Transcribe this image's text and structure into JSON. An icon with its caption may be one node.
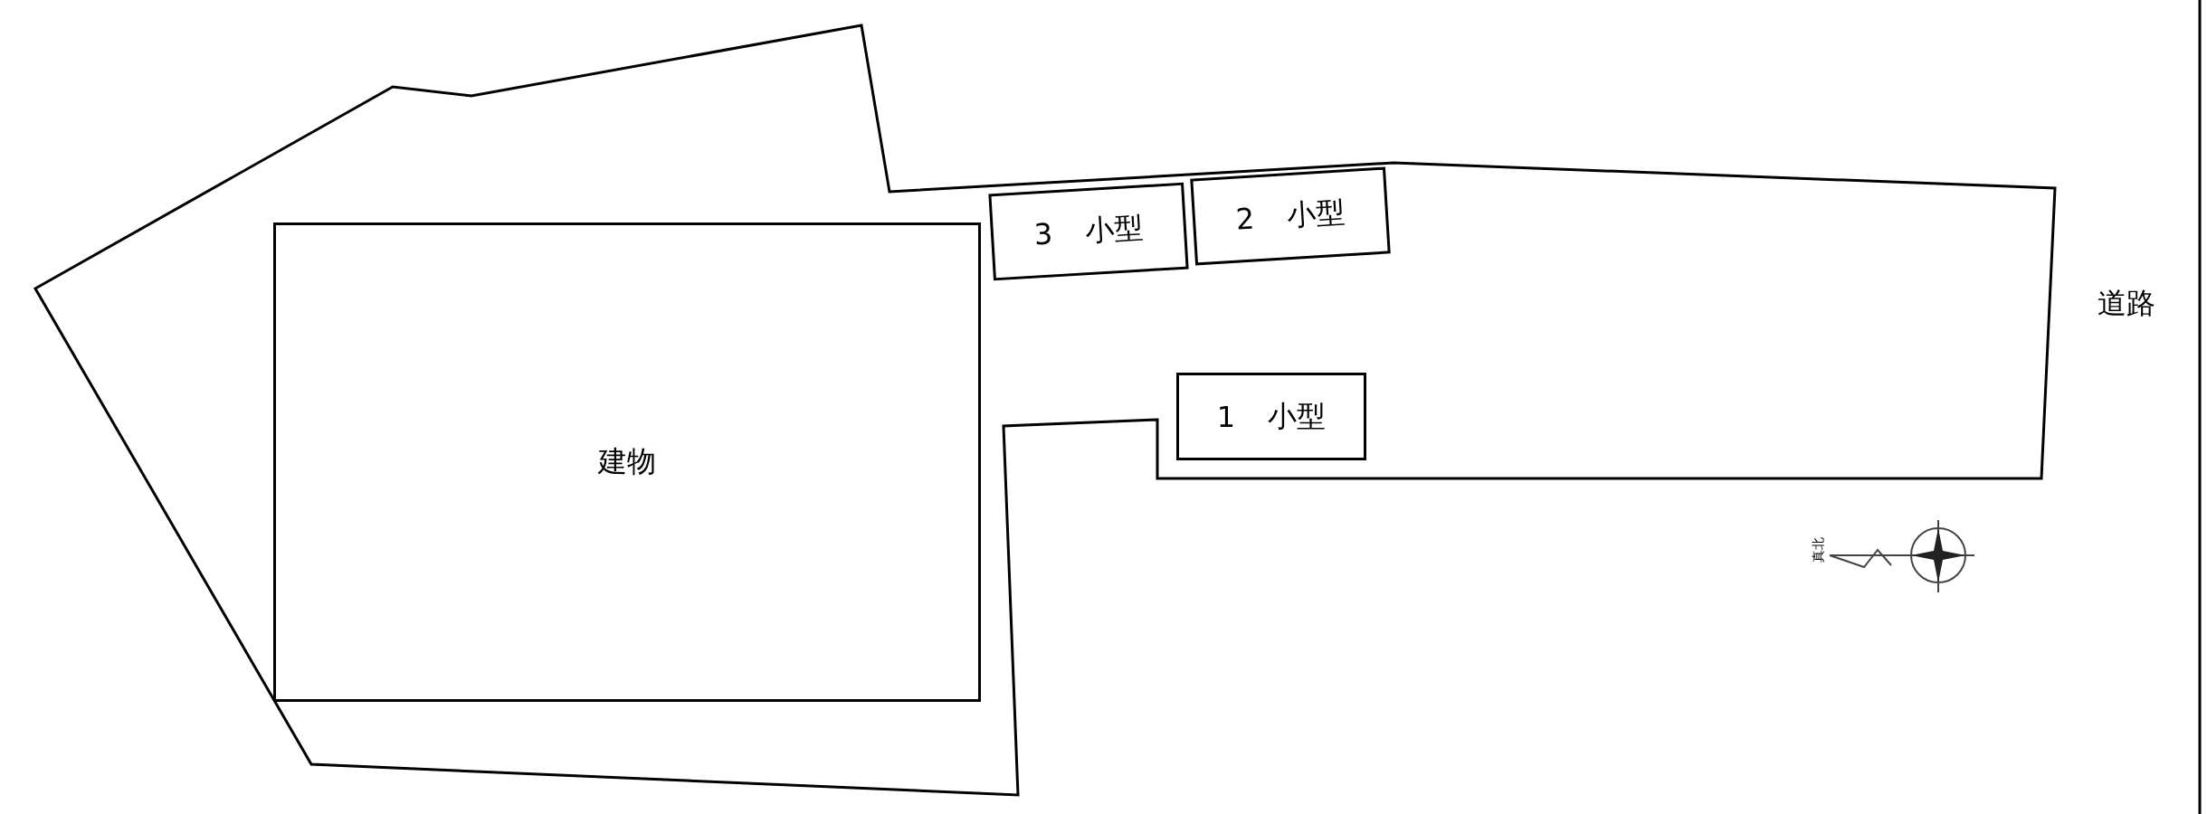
{
  "diagram": {
    "nodes": [
      {
        "text": [
          "建物"
        ]
      },
      {
        "text": [
          "3",
          "小型"
        ]
      },
      {
        "text": [
          "2",
          "小型"
        ]
      },
      {
        "text": [
          "1",
          "小型"
        ]
      }
    ],
    "labels": [
      "道路",
      "真北"
    ]
  }
}
